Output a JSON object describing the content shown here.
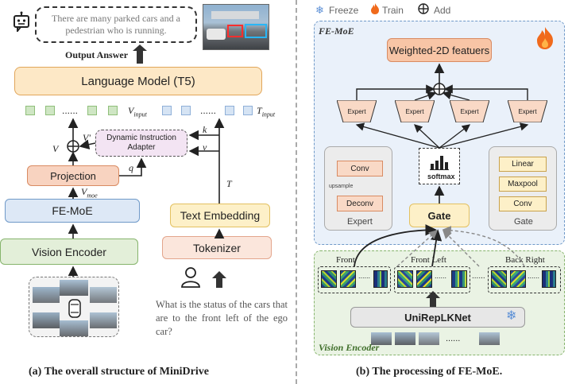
{
  "left": {
    "answer_text": "There are many parked cars and a pedestrian who is running.",
    "output_answer_label": "Output Answer",
    "language_model": "Language Model (T5)",
    "dots": "......",
    "v_input": "V",
    "v_input_sub": "input",
    "t_input": "T",
    "t_input_sub": "input",
    "v_prime": "V'",
    "v_label": "V",
    "k_label": "k",
    "v_small_label": "v",
    "q_label": "q",
    "t_label": "T",
    "dia": "Dynamic Instruction Adapter",
    "projection": "Projection",
    "v_moe": "V",
    "v_moe_sub": "moe",
    "fe_moe": "FE-MoE",
    "vision_encoder": "Vision Encoder",
    "text_embedding": "Text Embedding",
    "tokenizer": "Tokenizer",
    "question": "What is the status of the cars that are to the front left of the ego car?",
    "caption": "(a) The overall structure of MiniDrive"
  },
  "right": {
    "legend_freeze": "Freeze",
    "legend_train": "Train",
    "legend_add": "Add",
    "fe_moe_title": "FE-MoE",
    "weighted": "Weighted-2D featuers",
    "expert_label": "Expert",
    "expert_panel": {
      "conv": "Conv",
      "upsample": "upsample",
      "deconv": "Deconv",
      "title": "Expert"
    },
    "softmax": "softmax",
    "gate": "Gate",
    "gate_panel": {
      "linear": "Linear",
      "maxpool": "Maxpool",
      "conv": "Conv",
      "title": "Gate"
    },
    "front": "Front",
    "front_left": "Front Left",
    "back_right": "Back Right",
    "unireplknet": "UniRepLKNet",
    "dots": "......",
    "vision_encoder_title": "Vision Encoder",
    "caption": "(b) The processing of FE-MoE."
  },
  "colors": {
    "lm_fill": "#fde8c6",
    "projection_fill": "#f8d3c0",
    "fe_moe_fill": "#dde8f6",
    "ve_fill": "#e3efd9",
    "text_emb_fill": "#fdf0c8",
    "moe_bg": "#eaf1fa",
    "ve_bg": "#eaf3e4",
    "expert_fill": "#f9d9c6"
  }
}
